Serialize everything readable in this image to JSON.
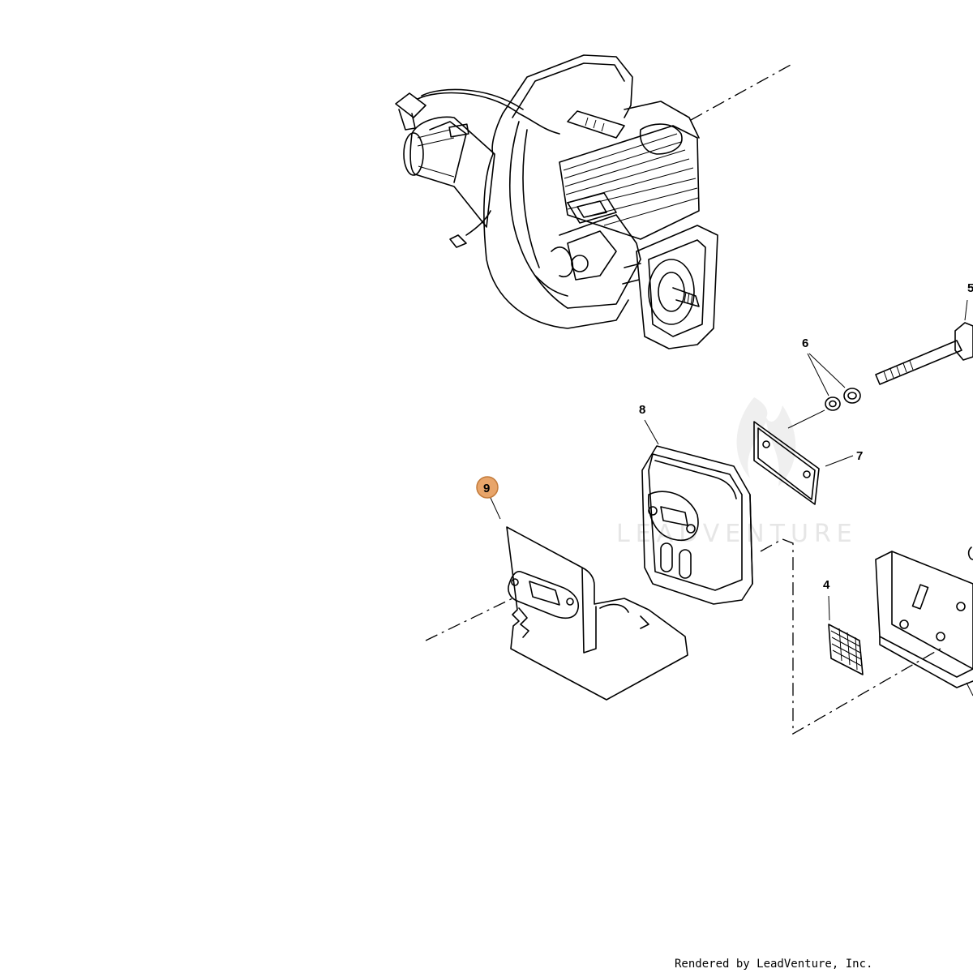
{
  "watermark": {
    "text": "LEADVENTURE"
  },
  "callouts": {
    "c4": "4",
    "c5": "5",
    "c6": "6",
    "c7": "7",
    "c8": "8",
    "c9": "9"
  },
  "highlight_color": "#e8a56a",
  "footer": {
    "text": "Rendered by LeadVenture, Inc."
  }
}
